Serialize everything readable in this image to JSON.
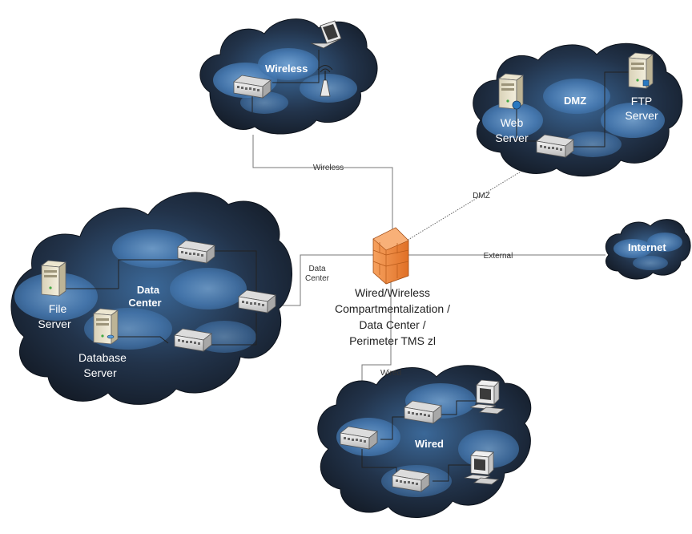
{
  "zones": {
    "wireless": "Wireless",
    "dmz": "DMZ",
    "internet": "Internet",
    "data_center_line1": "Data",
    "data_center_line2": "Center",
    "wired": "Wired"
  },
  "devices": {
    "web_server": [
      "Web",
      "Server"
    ],
    "ftp_server": [
      "FTP",
      "Server"
    ],
    "file_server": [
      "File",
      "Server"
    ],
    "database_server": [
      "Database",
      "Server"
    ]
  },
  "links": {
    "wireless": "Wireless",
    "dmz": "DMZ",
    "external": "External",
    "data_center": [
      "Data",
      "Center"
    ],
    "wired": "Wired"
  },
  "firewall_label": [
    "Wired/Wireless",
    "Compartmentalization /",
    "Data Center /",
    "Perimeter TMS zl"
  ],
  "colors": {
    "cloud_dark": "#1e2a3c",
    "cloud_light": "#4f86c0",
    "firewall": "#f08a40"
  }
}
